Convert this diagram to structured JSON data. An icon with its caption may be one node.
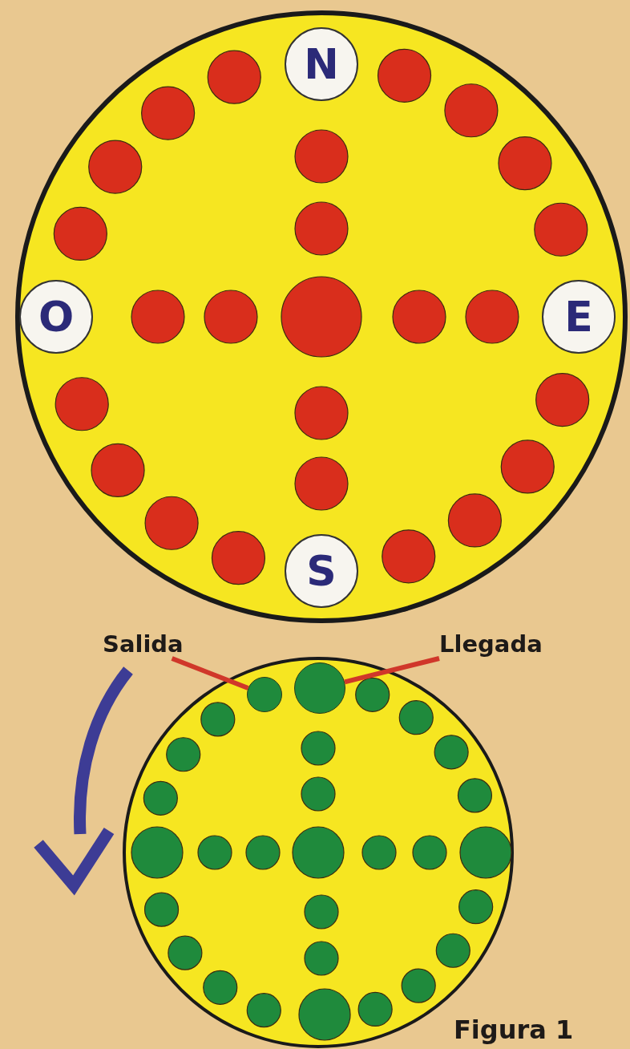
{
  "diagram": {
    "nodes": [
      {
        "text": [],
        "shape": "circle"
      },
      {
        "text": [
          "N"
        ],
        "in": 0
      },
      {
        "text": [
          "O"
        ],
        "in": 0
      },
      {
        "text": [
          "E"
        ],
        "in": 0
      },
      {
        "text": [
          "S"
        ],
        "in": 0
      },
      {
        "text": [
          "Salida"
        ]
      },
      {
        "text": [
          "Llegada"
        ]
      },
      {
        "text": [],
        "shape": "circle"
      },
      {
        "text": [],
        "shape": "circle",
        "in": 7
      },
      {
        "text": [],
        "shape": "circle",
        "in": 7
      }
    ],
    "edges": [
      {
        "from": 5,
        "to": 8,
        "arrow": "none"
      },
      {
        "from": 6,
        "to": 9,
        "arrow": "none"
      }
    ],
    "labels": [
      "Figura 1"
    ]
  }
}
